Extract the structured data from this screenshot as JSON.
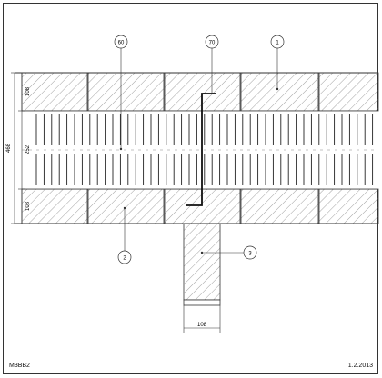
{
  "drawing": {
    "code": "M3BB2",
    "date": "1.2.2013",
    "dimensions": {
      "total_height": "468",
      "top_layer": "108",
      "middle_layer": "252",
      "bottom_layer": "108",
      "column_width": "108"
    },
    "callouts": [
      "60",
      "70",
      "1",
      "2",
      "3"
    ]
  },
  "colors": {
    "line": "#333333",
    "hatch": "#777777",
    "background": "#ffffff"
  }
}
